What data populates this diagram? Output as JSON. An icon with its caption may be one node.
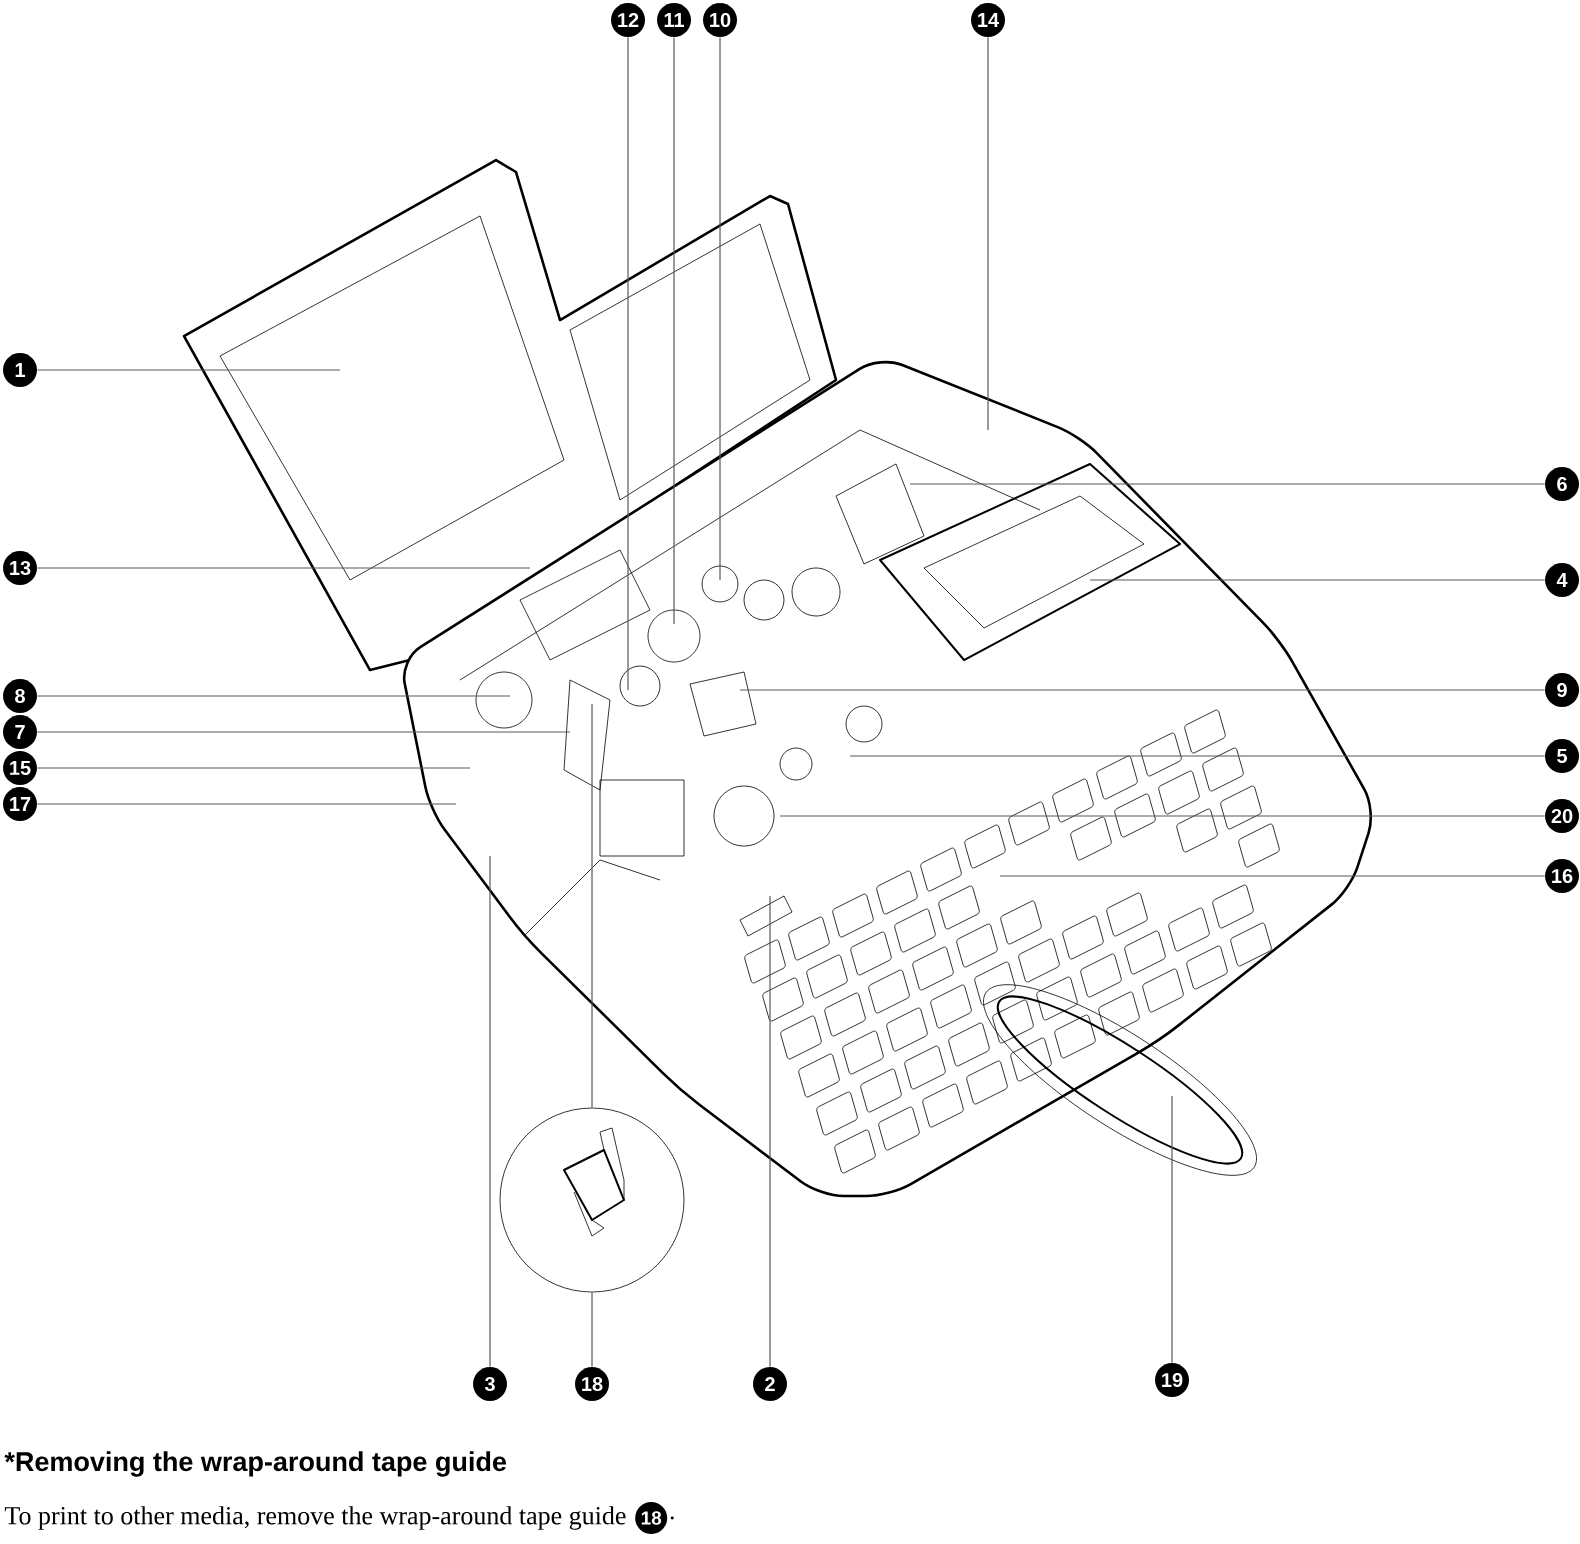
{
  "diagram": {
    "title": "*Removing the wrap-around tape guide",
    "caption": "To print to other media, remove the wrap-around tape guide",
    "nodes": [
      {
        "text": [
          "12"
        ]
      },
      {
        "text": [
          "11"
        ]
      },
      {
        "text": [
          "10"
        ]
      },
      {
        "text": [
          "14"
        ]
      },
      {
        "text": [
          "1"
        ]
      },
      {
        "text": [
          "6"
        ]
      },
      {
        "text": [
          "13"
        ]
      },
      {
        "text": [
          "4"
        ]
      },
      {
        "text": [
          "8"
        ]
      },
      {
        "text": [
          "9"
        ]
      },
      {
        "text": [
          "7"
        ]
      },
      {
        "text": [
          "5"
        ]
      },
      {
        "text": [
          "15"
        ]
      },
      {
        "text": [
          "17"
        ]
      },
      {
        "text": [
          "20"
        ]
      },
      {
        "text": [
          "16"
        ]
      },
      {
        "text": [
          "3"
        ]
      },
      {
        "text": [
          "18"
        ]
      },
      {
        "text": [
          "2"
        ]
      },
      {
        "text": [
          "19"
        ]
      },
      {
        "text": [],
        "shape": "circle"
      },
      {
        "text": [
          "18"
        ],
        "beside": [
          "."
        ]
      }
    ],
    "edges": [
      {
        "from": 0,
        "to": null,
        "arrow": "none"
      },
      {
        "from": 1,
        "to": null,
        "arrow": "none"
      },
      {
        "from": 2,
        "to": null,
        "arrow": "none"
      },
      {
        "from": 3,
        "to": null,
        "arrow": "none"
      },
      {
        "from": 4,
        "to": null,
        "arrow": "none"
      },
      {
        "from": 5,
        "to": null,
        "arrow": "none"
      },
      {
        "from": 6,
        "to": null,
        "arrow": "none"
      },
      {
        "from": 7,
        "to": null,
        "arrow": "none"
      },
      {
        "from": 8,
        "to": null,
        "arrow": "none"
      },
      {
        "from": 9,
        "to": null,
        "arrow": "none"
      },
      {
        "from": 10,
        "to": null,
        "arrow": "none"
      },
      {
        "from": 11,
        "to": null,
        "arrow": "none"
      },
      {
        "from": 12,
        "to": null,
        "arrow": "none"
      },
      {
        "from": 13,
        "to": null,
        "arrow": "none"
      },
      {
        "from": 14,
        "to": null,
        "arrow": "none"
      },
      {
        "from": 15,
        "to": null,
        "arrow": "none"
      },
      {
        "from": 16,
        "to": null,
        "arrow": "none"
      },
      {
        "from": 17,
        "to": 20,
        "arrow": "none"
      },
      {
        "from": 18,
        "to": null,
        "arrow": "none"
      },
      {
        "from": 19,
        "to": null,
        "arrow": "none"
      },
      {
        "from": 20,
        "to": null,
        "arrow": "none"
      }
    ]
  }
}
